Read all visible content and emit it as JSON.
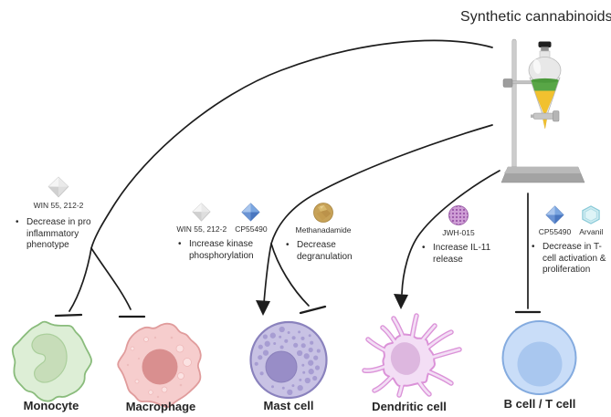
{
  "title": "Synthetic cannabinoids",
  "glyphs": {
    "bullet": "•"
  },
  "annotations": {
    "monocyte": {
      "drugs": [
        "WIN 55, 212-2"
      ],
      "effect": "Decrease in pro inflammatory phenotype"
    },
    "mast_kinase": {
      "drugs": [
        "WIN 55, 212-2",
        "CP55490"
      ],
      "effect": "Increase kinase phosphorylation"
    },
    "mast_degranulation": {
      "drugs": [
        "Methanadamide"
      ],
      "effect": "Decrease degranulation"
    },
    "dendritic": {
      "drugs": [
        "JWH-015"
      ],
      "effect": "Increase IL-11 release"
    },
    "bt_cell": {
      "drugs": [
        "CP55490",
        "Arvanil"
      ],
      "effect": "Decrease in T-cell activation & proliferation"
    }
  },
  "cells": {
    "monocyte": "Monocyte",
    "macrophage": "Macrophage",
    "mast": "Mast cell",
    "dendritic": "Dendritic cell",
    "bt": "B cell / T cell"
  },
  "colors": {
    "arrow": "#1d1d1d",
    "monocyte_body": "#ddeed6",
    "monocyte_outline": "#8abc7c",
    "monocyte_nucleus": "#c7ddb9",
    "macrophage_body": "#f6cdcd",
    "macrophage_outline": "#e09c9c",
    "macrophage_nucleus": "#d98f8f",
    "mast_body": "#c8c2e4",
    "mast_outline": "#8a82bd",
    "mast_nucleus": "#988dc7",
    "mast_granule": "#a79dd2",
    "dendritic_body": "#f3def5",
    "dendritic_outline": "#db92d8",
    "dendritic_nucleus": "#ddb7df",
    "bt_body": "#c9ddf8",
    "bt_outline": "#84abdf",
    "bt_nucleus": "#a9c7ef",
    "funnel_green": "#58a646",
    "funnel_yellow": "#f1c12f"
  }
}
